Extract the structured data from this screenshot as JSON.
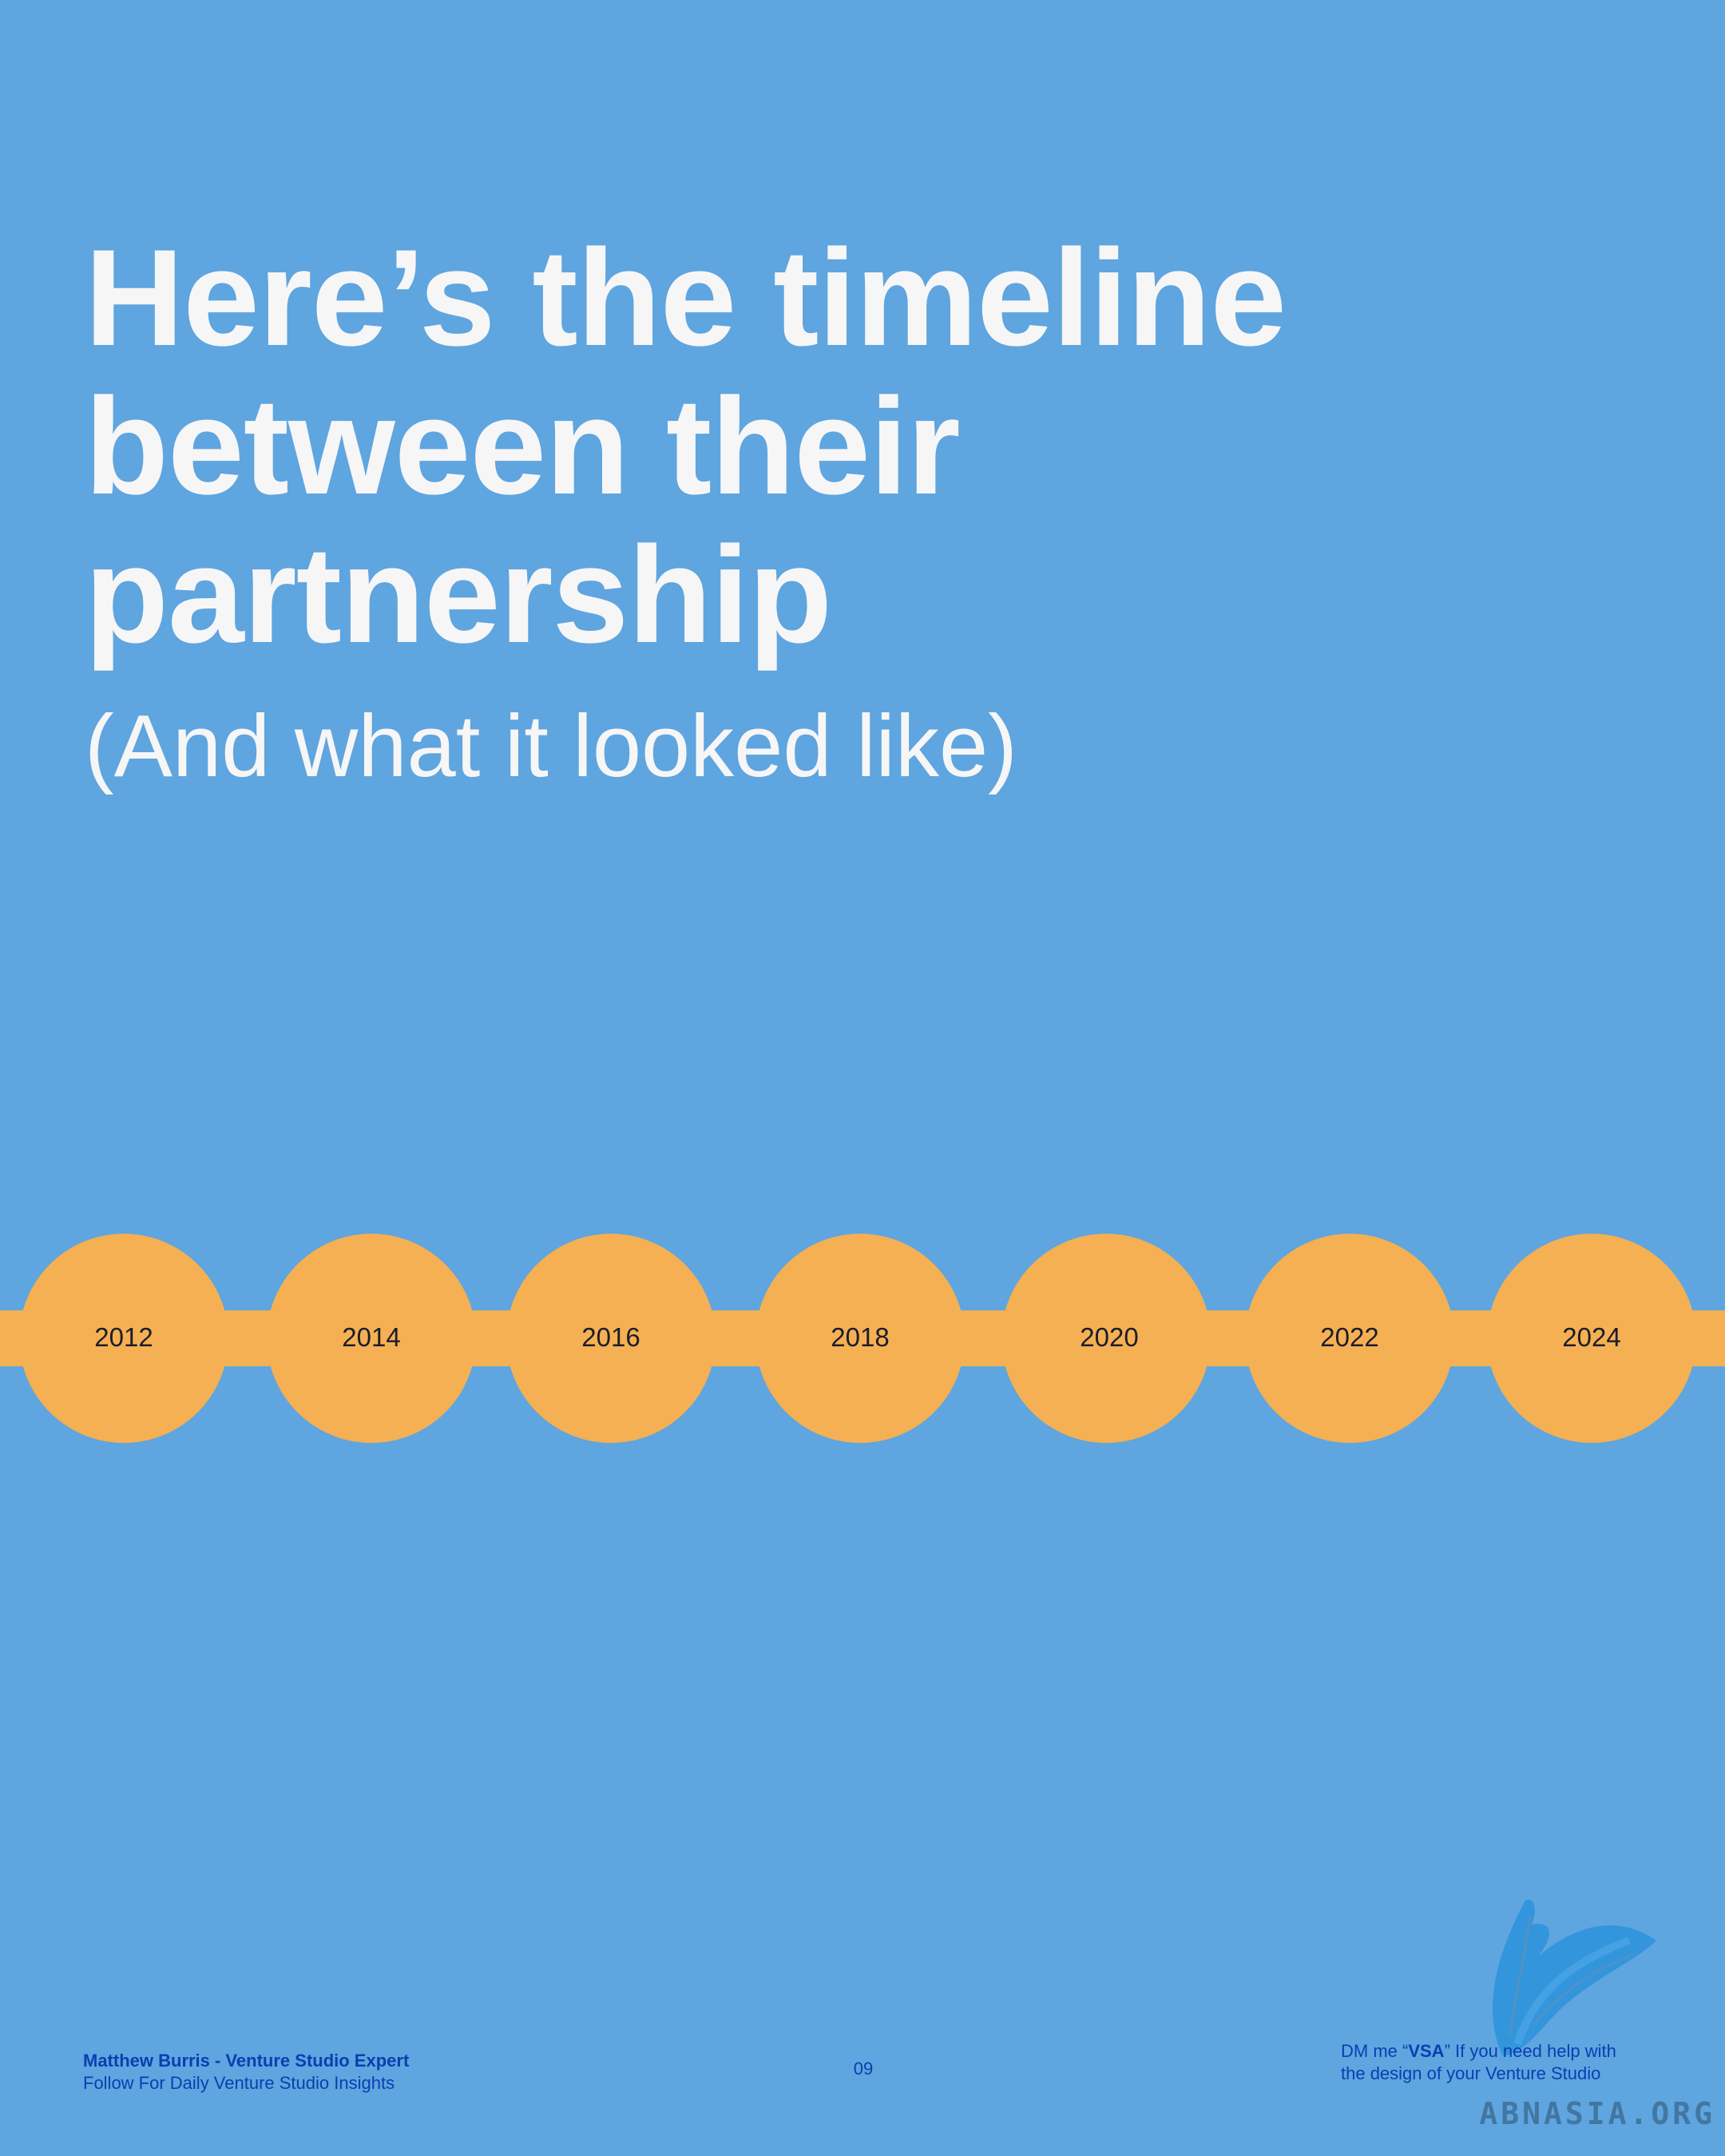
{
  "title": {
    "lines": [
      "Here’s the timeline",
      "between their",
      "partnership"
    ],
    "subtitle": "(And what it looked like)"
  },
  "timeline": {
    "years": [
      "2012",
      "2014",
      "2016",
      "2018",
      "2020",
      "2022",
      "2024"
    ]
  },
  "footer": {
    "author": "Matthew Burris - Venture Studio Expert",
    "tagline": "Follow For Daily Venture Studio Insights",
    "page_number": "09",
    "cta_prefix": "DM me “",
    "cta_keyword": "VSA",
    "cta_suffix": "” If you need help with",
    "cta_line2": "the design of your Venture Studio"
  },
  "watermark": "ABNASIA.ORG",
  "colors": {
    "background": "#5fa5df",
    "timeline": "#f4b052",
    "text": "#f6f6f6",
    "footer_text": "#0a3fb2"
  },
  "icons": {
    "logo": "feather-brush-logo"
  }
}
